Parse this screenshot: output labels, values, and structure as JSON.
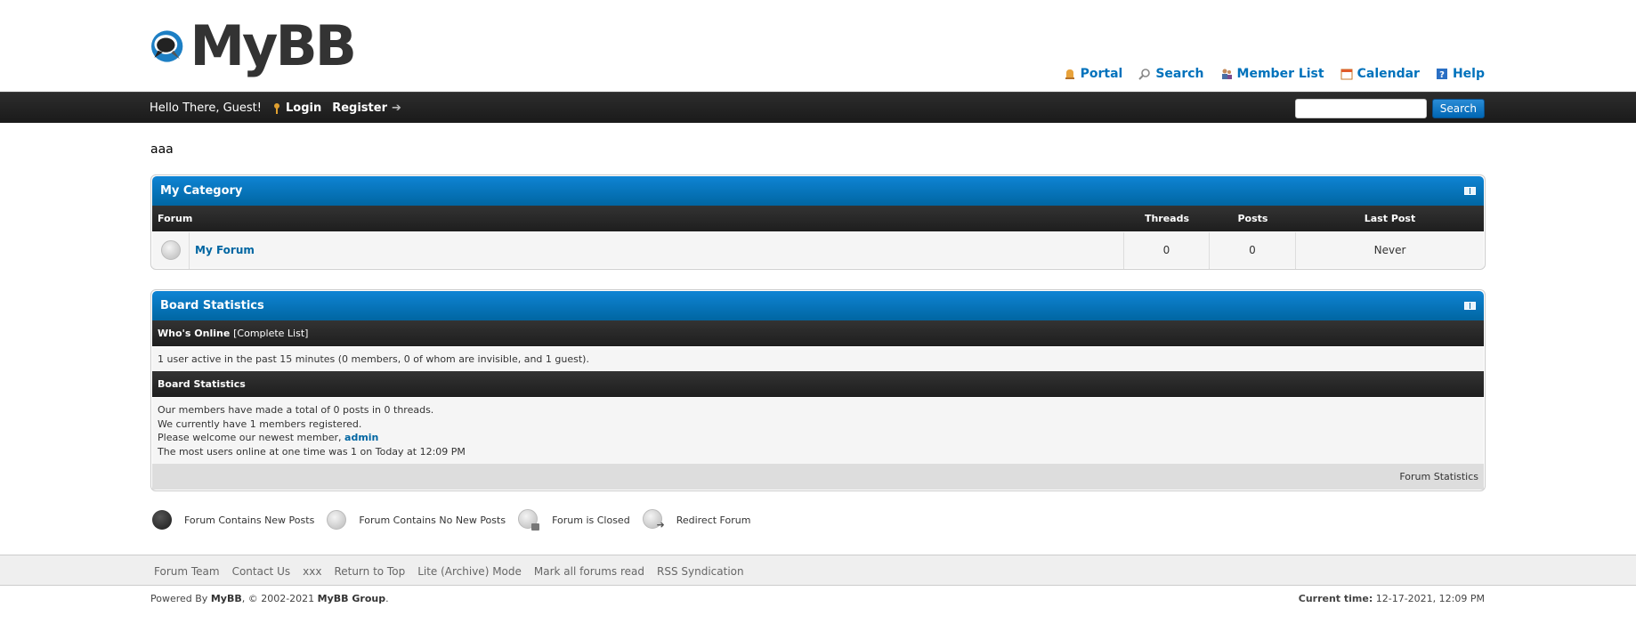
{
  "header": {
    "logo_text": "MyBB",
    "links": [
      {
        "label": "Portal",
        "icon": "portal-icon"
      },
      {
        "label": "Search",
        "icon": "search-icon"
      },
      {
        "label": "Member List",
        "icon": "member-list-icon"
      },
      {
        "label": "Calendar",
        "icon": "calendar-icon"
      },
      {
        "label": "Help",
        "icon": "help-icon"
      }
    ]
  },
  "navbar": {
    "greeting": "Hello There, Guest!",
    "login": "Login",
    "register": "Register",
    "search_value": "",
    "search_button": "Search"
  },
  "page_title": "aaa",
  "category": {
    "title": "My Category",
    "columns": {
      "forum": "Forum",
      "threads": "Threads",
      "posts": "Posts",
      "last_post": "Last Post"
    },
    "forums": [
      {
        "name": "My Forum",
        "threads": "0",
        "posts": "0",
        "last_post": "Never"
      }
    ]
  },
  "stats": {
    "title": "Board Statistics",
    "whos_online": "Who's Online",
    "complete_list": "[Complete List]",
    "online_text": "1 user active in the past 15 minutes (0 members, 0 of whom are invisible, and 1 guest).",
    "board_stats_heading": "Board Statistics",
    "line1": "Our members have made a total of 0 posts in 0 threads.",
    "line2": "We currently have 1 members registered.",
    "line3_prefix": "Please welcome our newest member,",
    "newest_member": "admin",
    "line4": "The most users online at one time was 1 on Today at 12:09 PM",
    "footer_link": "Forum Statistics"
  },
  "legend": [
    {
      "label": "Forum Contains New Posts",
      "icon": "forum-new-posts-icon"
    },
    {
      "label": "Forum Contains No New Posts",
      "icon": "forum-no-new-posts-icon"
    },
    {
      "label": "Forum is Closed",
      "icon": "forum-closed-icon"
    },
    {
      "label": "Redirect Forum",
      "icon": "redirect-forum-icon"
    }
  ],
  "footer": {
    "links": [
      "Forum Team",
      "Contact Us",
      "xxx",
      "Return to Top",
      "Lite (Archive) Mode",
      "Mark all forums read",
      "RSS Syndication"
    ],
    "powered_prefix": "Powered By",
    "powered_mybb": "MyBB",
    "powered_mid": ", © 2002-2021",
    "powered_group": "MyBB Group",
    "powered_suffix": ".",
    "current_time_label": "Current time:",
    "current_time_value": "12-17-2021, 12:09 PM"
  },
  "colors": {
    "accent": "#0066a2",
    "navbar": "#222222"
  }
}
